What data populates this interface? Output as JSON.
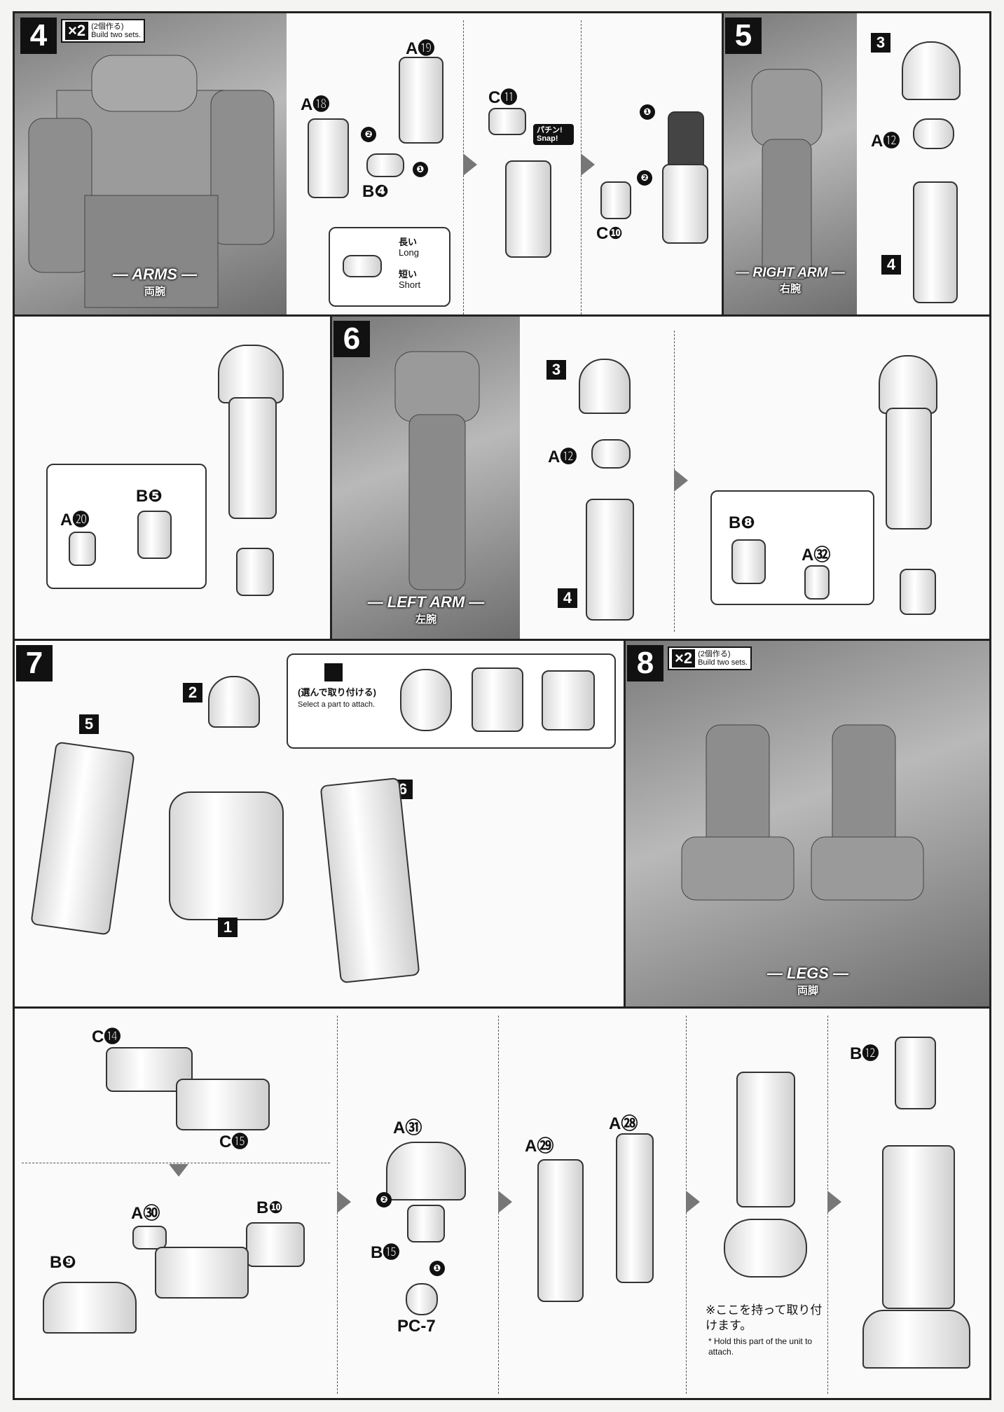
{
  "step4": {
    "number": "4",
    "multiplier": "×2",
    "multiplier_jp": "(2個作る)",
    "multiplier_en": "Build two sets.",
    "section_en": "— ARMS —",
    "section_jp": "両腕",
    "parts": {
      "a19": "A⓳",
      "a18": "A⓲",
      "b4": "B❹",
      "c11": "C⓫",
      "c10": "C❿"
    },
    "order": {
      "one": "❶",
      "two": "❷"
    },
    "snap": "パチン! Snap!",
    "size_long_jp": "長い",
    "size_long_en": "Long",
    "size_short_jp": "短い",
    "size_short_en": "Short"
  },
  "step5": {
    "number": "5",
    "section_en": "— RIGHT ARM —",
    "section_jp": "右腕",
    "parts": {
      "n3": "3",
      "a12": "A⓬",
      "n4": "4"
    }
  },
  "step5b": {
    "parts": {
      "a20": "A⓴",
      "b5": "B❺"
    }
  },
  "step6": {
    "number": "6",
    "section_en": "— LEFT ARM —",
    "section_jp": "左腕",
    "parts": {
      "n3": "3",
      "a12": "A⓬",
      "n4": "4",
      "b8": "B❽",
      "a32": "A㉜"
    }
  },
  "step7": {
    "number": "7",
    "parts": {
      "n2": "2",
      "n5": "5",
      "n6": "6",
      "n1": "1"
    },
    "select_jp": "(選んで取り付ける)",
    "select_en": "Select a part to attach."
  },
  "step8": {
    "number": "8",
    "multiplier": "×2",
    "multiplier_jp": "(2個作る)",
    "multiplier_en": "Build two sets.",
    "section_en": "— LEGS —",
    "section_jp": "両脚"
  },
  "legs": {
    "parts": {
      "c14": "C⓮",
      "c15": "C⓯",
      "a30": "A㉚",
      "b10": "B❿",
      "b9": "B❾",
      "a31": "A㉛",
      "b15": "B⓯",
      "pc7": "PC-7",
      "a29": "A㉙",
      "a28": "A㉘",
      "b12": "B⓬"
    },
    "order": {
      "one": "❶",
      "two": "❷"
    },
    "hold_jp": "※ここを持って取り付けます。",
    "hold_en": "* Hold this part of the unit to attach."
  }
}
